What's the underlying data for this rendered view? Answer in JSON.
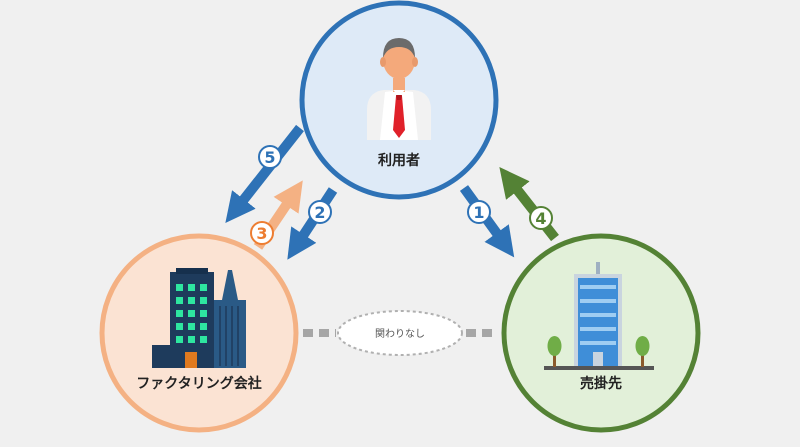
{
  "nodes": {
    "user": {
      "label": "利用者"
    },
    "factoring": {
      "label": "ファクタリング会社"
    },
    "customer": {
      "label": "売掛先"
    }
  },
  "relation": {
    "label": "関わりなし"
  },
  "steps": [
    "1",
    "2",
    "3",
    "4",
    "5"
  ],
  "colors": {
    "blue": "#2e72b6",
    "orange": "#f4b183",
    "green": "#548235",
    "user_fill": "#deeaf7",
    "factoring_fill": "#fbe3d3",
    "customer_fill": "#e2f0d9"
  }
}
